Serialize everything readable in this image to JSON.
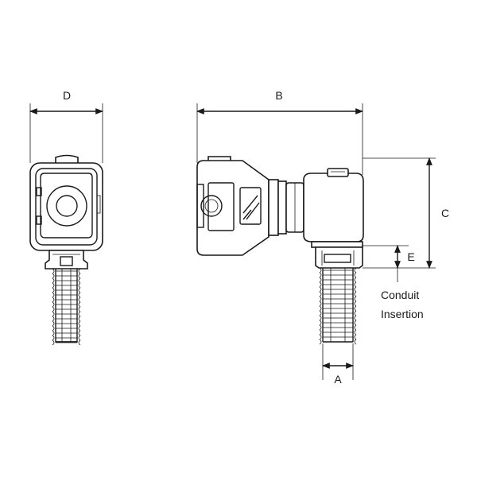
{
  "dimensions": {
    "d_label": "D",
    "b_label": "B",
    "c_label": "C",
    "e_label": "E",
    "a_label": "A"
  },
  "note": {
    "line1": "Conduit",
    "line2": "Insertion"
  }
}
